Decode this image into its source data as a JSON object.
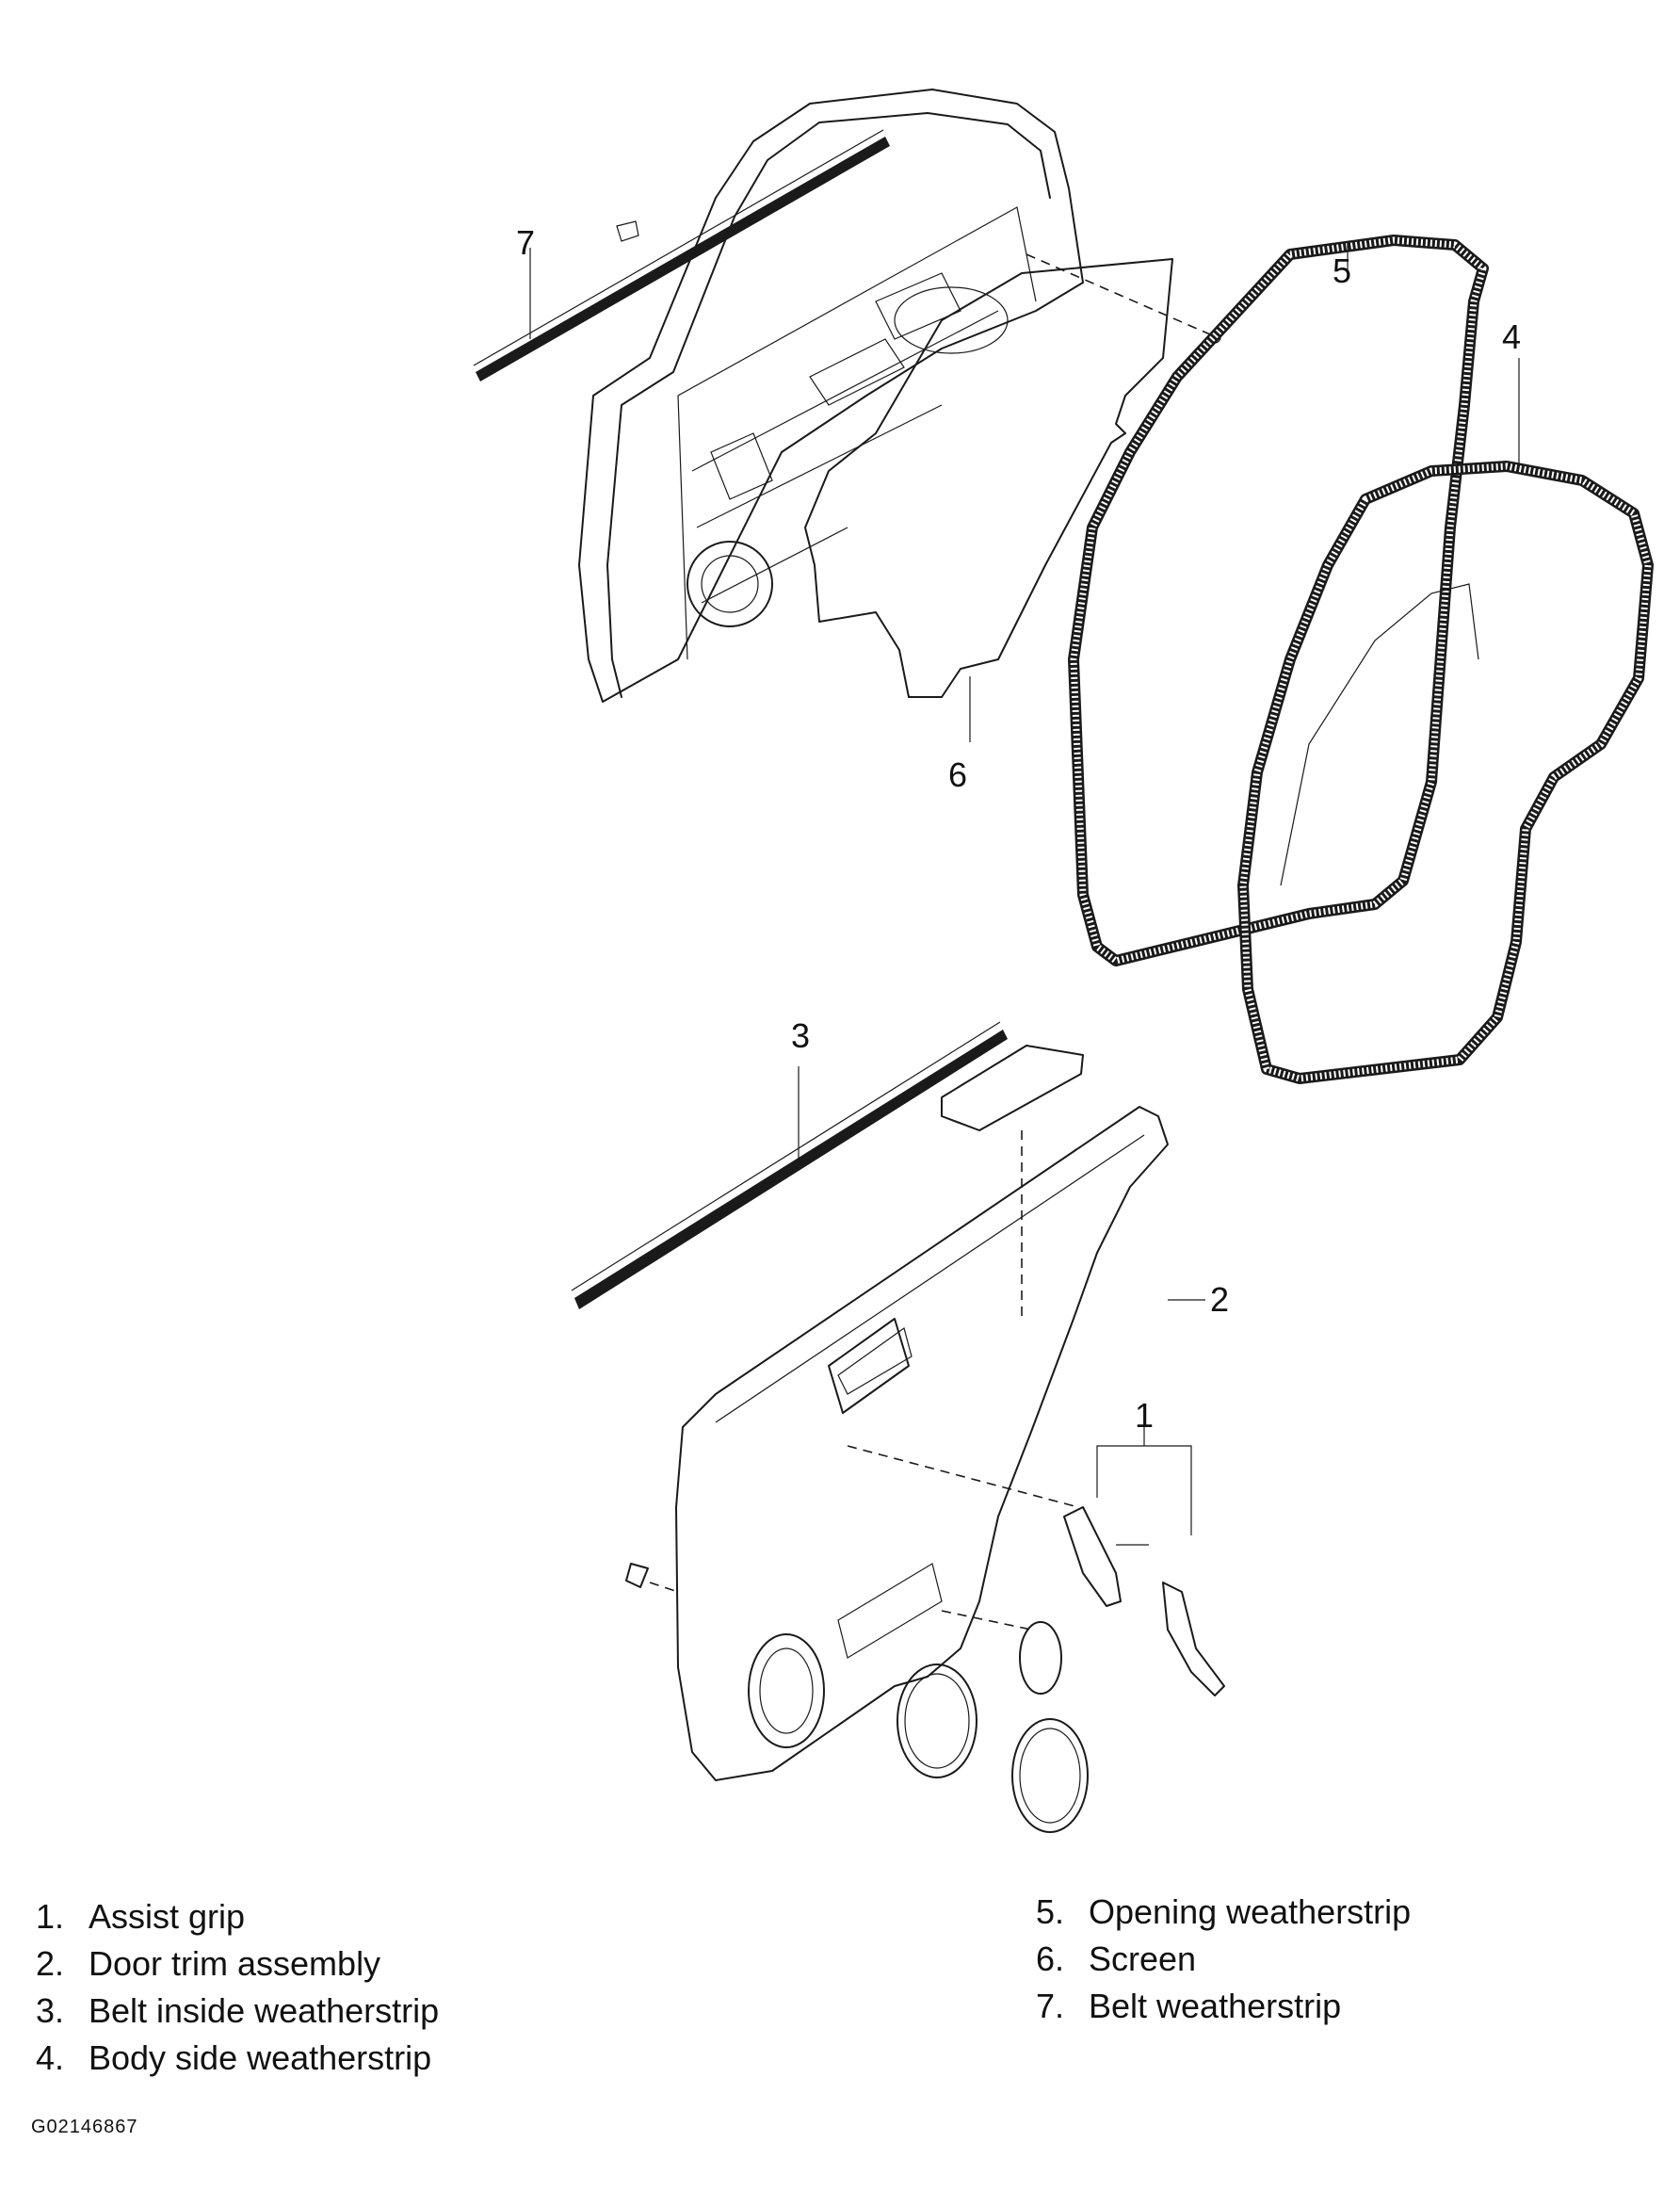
{
  "callouts": {
    "c1": "1",
    "c2": "2",
    "c3": "3",
    "c4": "4",
    "c5": "5",
    "c6": "6",
    "c7": "7"
  },
  "legend": {
    "left": [
      {
        "num": "1.",
        "label": "Assist grip"
      },
      {
        "num": "2.",
        "label": "Door trim assembly"
      },
      {
        "num": "3.",
        "label": "Belt inside weatherstrip"
      },
      {
        "num": "4.",
        "label": "Body side weatherstrip"
      }
    ],
    "right": [
      {
        "num": "5.",
        "label": "Opening weatherstrip"
      },
      {
        "num": "6.",
        "label": "Screen"
      },
      {
        "num": "7.",
        "label": "Belt weatherstrip"
      }
    ]
  },
  "figure_id": "G02146867"
}
